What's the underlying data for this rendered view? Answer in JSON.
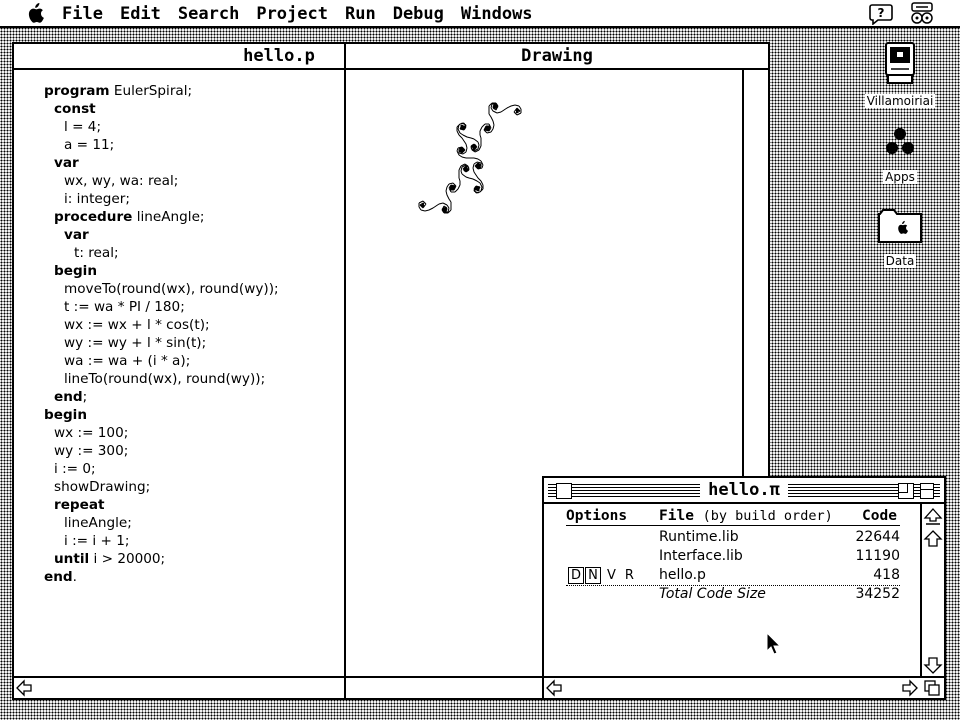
{
  "menubar": {
    "items": [
      "File",
      "Edit",
      "Search",
      "Project",
      "Run",
      "Debug",
      "Windows"
    ]
  },
  "editor": {
    "title": "hello.p",
    "code": [
      {
        "text": "program EulerSpiral;",
        "indent": 0
      },
      {
        "text": "const",
        "indent": 1
      },
      {
        "text": "l = 4;",
        "indent": 2
      },
      {
        "text": "a = 11;",
        "indent": 2
      },
      {
        "text": "var",
        "indent": 1
      },
      {
        "text": "wx, wy, wa: real;",
        "indent": 2
      },
      {
        "text": "i: integer;",
        "indent": 2
      },
      {
        "text": "procedure lineAngle;",
        "indent": 1
      },
      {
        "text": "var",
        "indent": 2
      },
      {
        "text": "t: real;",
        "indent": 3
      },
      {
        "text": "begin",
        "indent": 1
      },
      {
        "text": "moveTo(round(wx), round(wy));",
        "indent": 2
      },
      {
        "text": "t := wa * PI / 180;",
        "indent": 2
      },
      {
        "text": "wx := wx + l * cos(t);",
        "indent": 2
      },
      {
        "text": "wy := wy + l * sin(t);",
        "indent": 2
      },
      {
        "text": "wa := wa + (i * a);",
        "indent": 2
      },
      {
        "text": "lineTo(round(wx), round(wy));",
        "indent": 2
      },
      {
        "text": "end;",
        "indent": 1
      },
      {
        "text": "begin",
        "indent": 0
      },
      {
        "text": "wx := 100;",
        "indent": 1
      },
      {
        "text": "wy := 300;",
        "indent": 1
      },
      {
        "text": "i := 0;",
        "indent": 1
      },
      {
        "text": "showDrawing;",
        "indent": 1
      },
      {
        "text": "repeat",
        "indent": 1
      },
      {
        "text": "lineAngle;",
        "indent": 2
      },
      {
        "text": "i := i + 1;",
        "indent": 2
      },
      {
        "text": "until i > 20000;",
        "indent": 1
      },
      {
        "text": "end.",
        "indent": 0
      }
    ]
  },
  "drawing": {
    "title": "Drawing"
  },
  "project": {
    "title": "hello.π",
    "headers": {
      "options": "Options",
      "file": "File",
      "file_note": "(by build order)",
      "code": "Code"
    },
    "rows": [
      {
        "options": "",
        "file": "Runtime.lib",
        "code": "22644"
      },
      {
        "options": "",
        "file": "Interface.lib",
        "code": "11190"
      },
      {
        "options": "D N V R",
        "file": "hello.p",
        "code": "418"
      }
    ],
    "total_label": "Total Code Size",
    "total_value": "34252"
  },
  "desktop": {
    "icons": [
      {
        "label": "Villamoiriai",
        "icon": "hard-disk-icon"
      },
      {
        "label": "Apps",
        "icon": "apps-folder-icon"
      },
      {
        "label": "Data",
        "icon": "data-folder-icon"
      }
    ]
  }
}
